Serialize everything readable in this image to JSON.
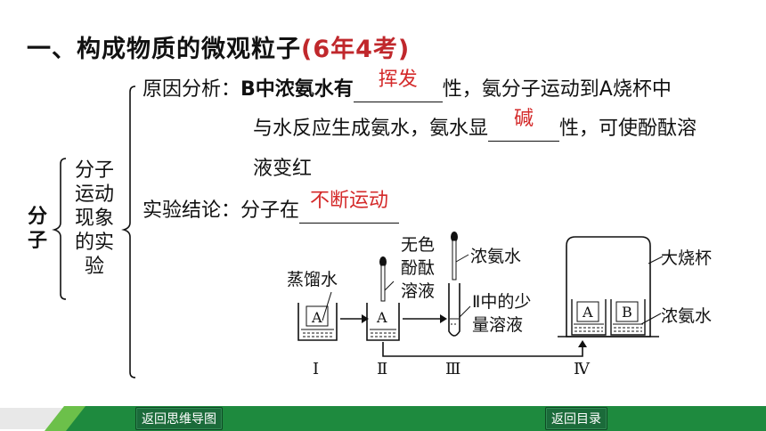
{
  "title": {
    "text": "一、构成物质的微观粒子",
    "count": "(6年4考)"
  },
  "side_label": "分子",
  "column_label": [
    "分子",
    "运动",
    "现象",
    "的实",
    "验"
  ],
  "analysis": {
    "label": "原因分析：",
    "line1_prefix": "B中浓氨水有",
    "blank1": "挥发",
    "line1_suffix": "性，氨分子运动到A烧杯中",
    "line2_prefix": "与水反应生成氨水，氨水显",
    "blank2": "碱",
    "line2_suffix": "性，可使酚酞溶",
    "line3": "液变红"
  },
  "conclusion": {
    "label": "实验结论：",
    "prefix": "分子在",
    "blank": "不断运动"
  },
  "diagram": {
    "distilled_water": "蒸馏水",
    "phenolphthalein": [
      "无色",
      "酚酞",
      "溶液"
    ],
    "ammonia_top": "浓氨水",
    "small_sample": [
      "Ⅱ中的少",
      "量溶液"
    ],
    "big_beaker": "大烧杯",
    "ammonia_right": "浓氨水",
    "beaker_a": "A",
    "beaker_b": "B",
    "steps": [
      "Ⅰ",
      "Ⅱ",
      "Ⅲ",
      "Ⅳ"
    ]
  },
  "nav": {
    "mindmap": "返回思维导图",
    "catalog": "返回目录"
  },
  "colors": {
    "accent_red": "#d42a2a",
    "nav_green": "#1b6b3a"
  }
}
